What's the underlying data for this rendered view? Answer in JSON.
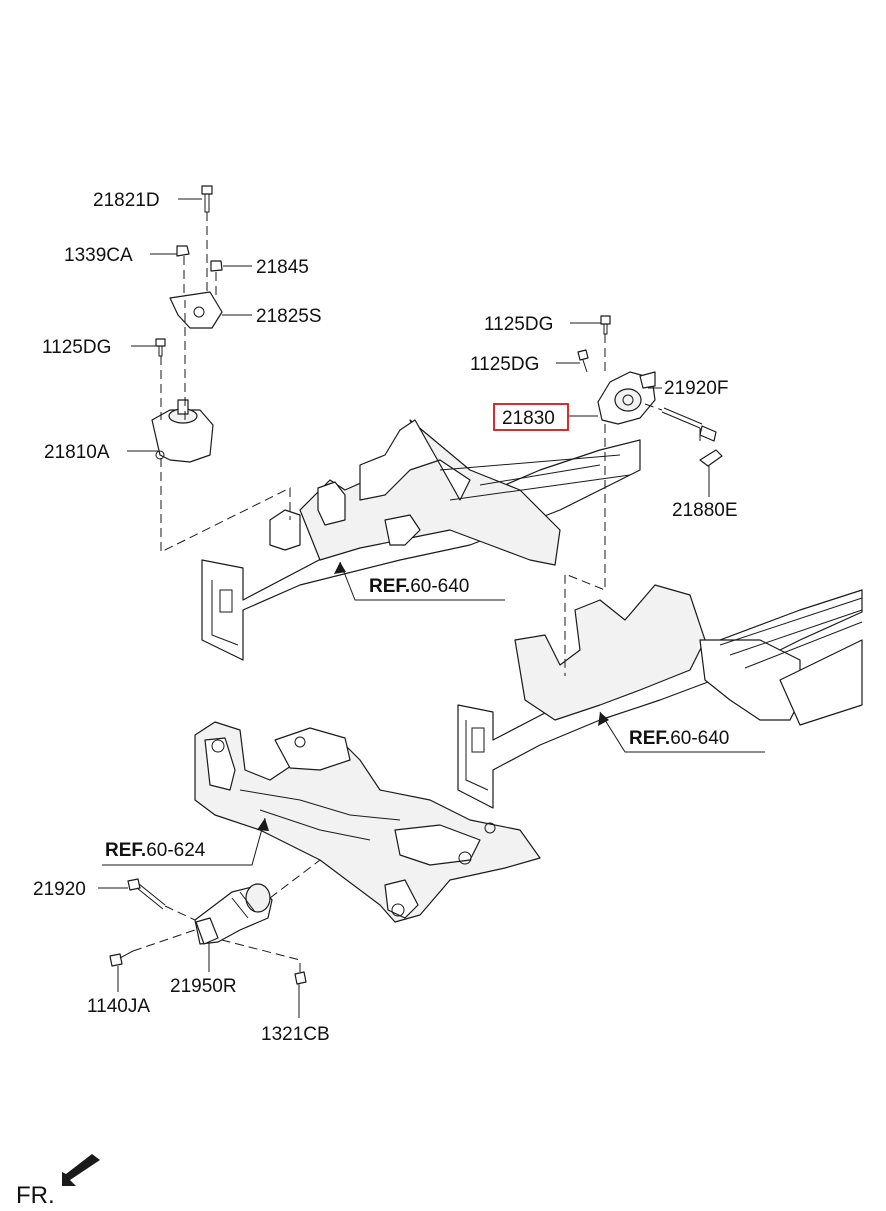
{
  "labels": {
    "p21821D": "21821D",
    "p1339CA": "1339CA",
    "p21845": "21845",
    "p21825S": "21825S",
    "p1125DG_left": "1125DG",
    "p21810A": "21810A",
    "p1125DG_top": "1125DG",
    "p1125DG_mid": "1125DG",
    "p21920F": "21920F",
    "p21830": "21830",
    "p21880E": "21880E",
    "p21920": "21920",
    "p1140JA": "1140JA",
    "p21950R": "21950R",
    "p1321CB": "1321CB"
  },
  "refs": {
    "ref1": {
      "bold": "REF.",
      "rest": "60-640"
    },
    "ref2": {
      "bold": "REF.",
      "rest": "60-640"
    },
    "ref3": {
      "bold": "REF.",
      "rest": "60-624"
    }
  },
  "front_label": "FR.",
  "highlighted_part": "21830",
  "colors": {
    "highlight": "#d01818",
    "ink": "#1a1a1a"
  }
}
